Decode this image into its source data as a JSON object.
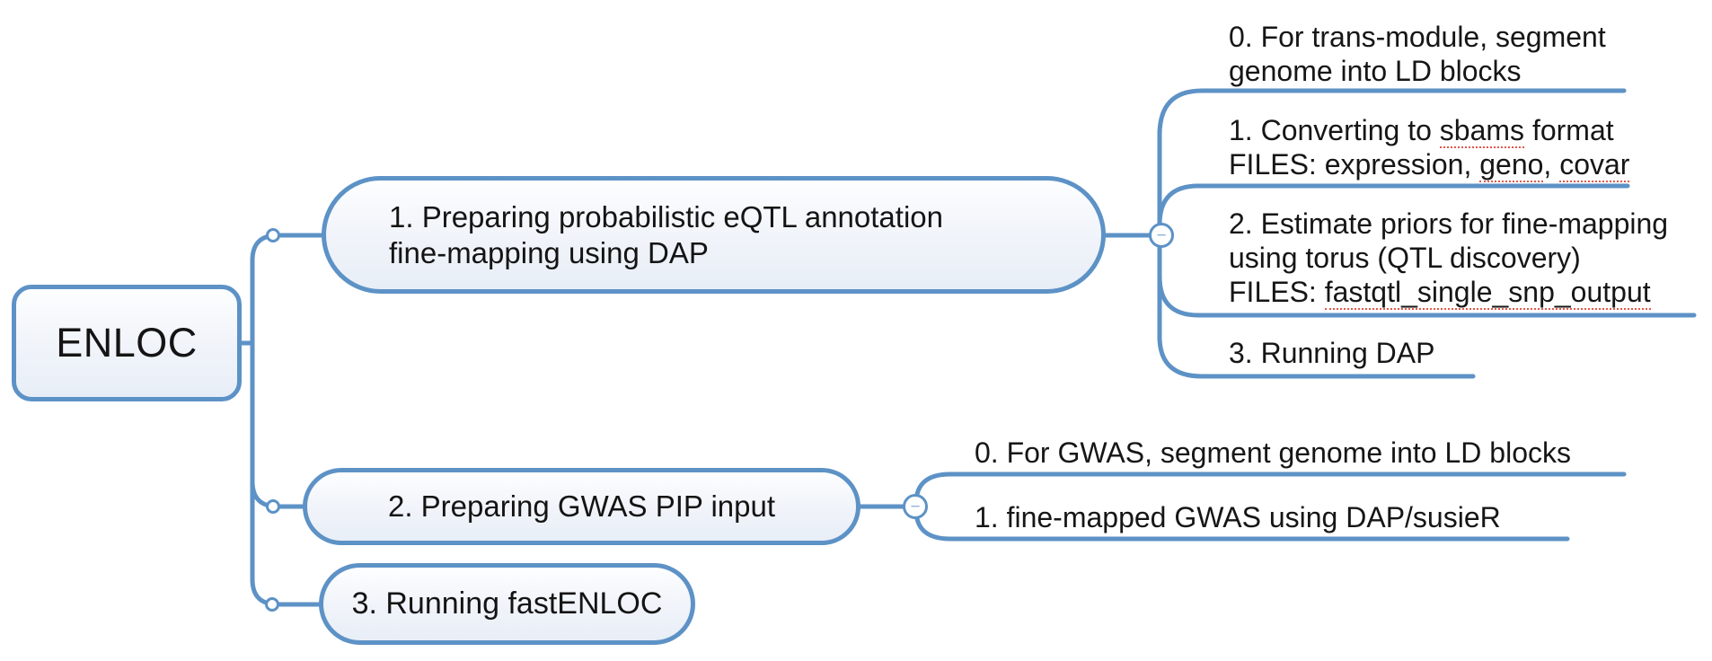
{
  "app": {
    "description": "mind map of ENLOC colocalization workflow"
  },
  "ui": {
    "collapse_glyph": "−"
  },
  "colors": {
    "connector_blue": "#5d92c6",
    "node_fill_top": "#fdfeff",
    "node_fill_bottom": "#e8eef7",
    "text": "#141414",
    "spellcheck_red": "#e2574b",
    "collapse_minus": "#8fb3d9"
  },
  "root": {
    "label": "ENLOC"
  },
  "branches": [
    {
      "label": "1. Preparing probabilistic eQTL annotation fine-mapping using DAP",
      "label_line1": "1. Preparing probabilistic eQTL annotation",
      "label_line2": "fine-mapping using DAP",
      "children": [
        {
          "line1": "0. For trans-module, segment",
          "line2": "genome into LD blocks"
        },
        {
          "line1_pre": "1. Converting to ",
          "line1_miss": "sbams",
          "line1_post": " format",
          "line2_pre": "FILES: expression, ",
          "line2_miss1": "geno",
          "line2_sep": ", ",
          "line2_miss2": "covar"
        },
        {
          "line1": "2. Estimate priors for fine-mapping",
          "line2": "using torus (QTL discovery)",
          "line3_pre": "FILES: ",
          "line3_miss": "fastqtl_single_snp_output"
        },
        {
          "line1": "3. Running DAP"
        }
      ]
    },
    {
      "label": "2. Preparing GWAS PIP input",
      "children": [
        {
          "line1": "0. For GWAS, segment genome into LD blocks"
        },
        {
          "line1": "1. fine-mapped GWAS using DAP/susieR"
        }
      ]
    },
    {
      "label": "3. Running fastENLOC",
      "children": []
    }
  ]
}
